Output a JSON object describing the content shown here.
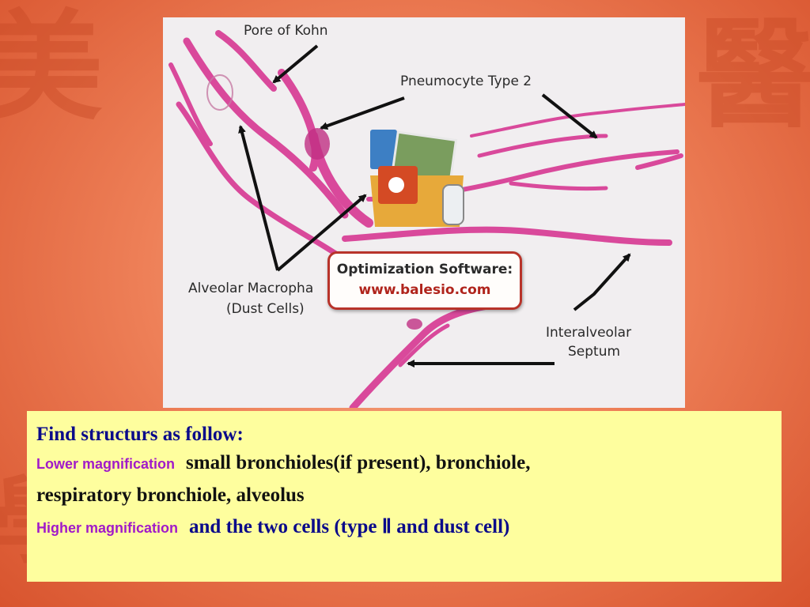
{
  "histology_image": {
    "labels": {
      "pore_of_kohn": "Pore of Kohn",
      "pneumocyte_type2": "Pneumocyte Type 2",
      "alveolar_macrophage_line1": "Alveolar Macropha",
      "alveolar_macrophage_line2": "(Dust Cells)",
      "interalveolar_line1": "Interalveolar",
      "interalveolar_line2": "Septum"
    },
    "watermark": {
      "line1": "Optimization Software:",
      "line2": "www.balesio.com"
    }
  },
  "text_box": {
    "heading": "Find structurs as follow:",
    "lower_tag": "Lower magnification",
    "lower_text_1": "small bronchioles(if present), bronchiole,",
    "lower_text_2": "respiratory bronchiole, alveolus",
    "higher_tag": "Higher magnification",
    "higher_text": "and the two cells (type Ⅱ and dust cell)"
  },
  "colors": {
    "background": "#ee8058",
    "text_box_bg": "#fefe9e",
    "heading_text": "#0a0a8a",
    "tag_text": "#a11ac9",
    "tissue": "#d9499b"
  }
}
